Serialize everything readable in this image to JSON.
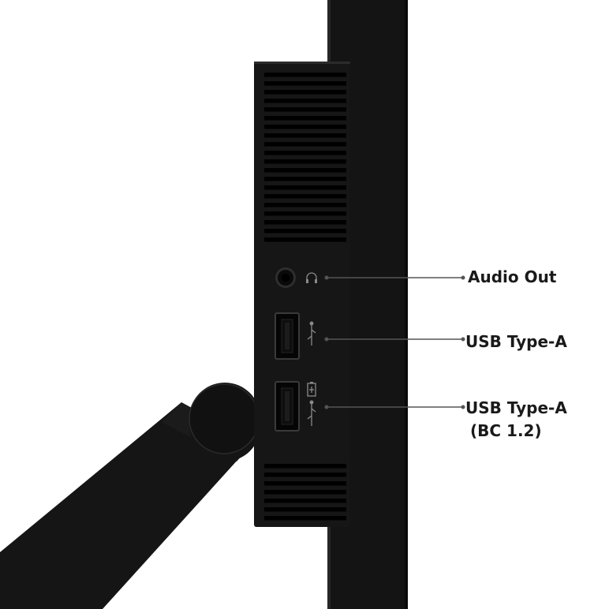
{
  "colors": {
    "background": "#ffffff",
    "monitor_body": "#151515",
    "vent_slot": "#000000",
    "port_fill": "#050505",
    "port_outline": "#3a3a3a",
    "callout_line": "#555555",
    "label_text": "#1a1a1a"
  },
  "callouts": [
    {
      "id": "audio_out",
      "label": "Audio Out",
      "icon": "headphone-icon"
    },
    {
      "id": "usb_a_1",
      "label": "USB Type-A",
      "icon": "superspeed-usb-icon"
    },
    {
      "id": "usb_a_bc",
      "label": "USB Type-A",
      "sublabel": "(BC 1.2)",
      "icon": "battery-charging-icon"
    }
  ]
}
